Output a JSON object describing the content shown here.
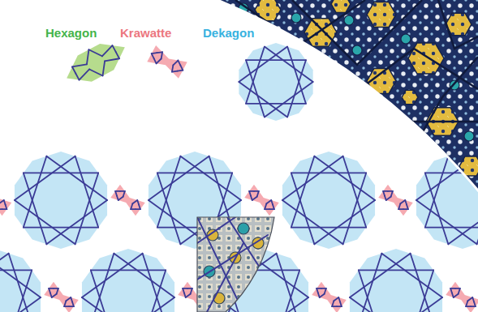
{
  "diagram": {
    "labels": [
      "Hexagon",
      "Krawatte",
      "Dekagon"
    ]
  }
}
